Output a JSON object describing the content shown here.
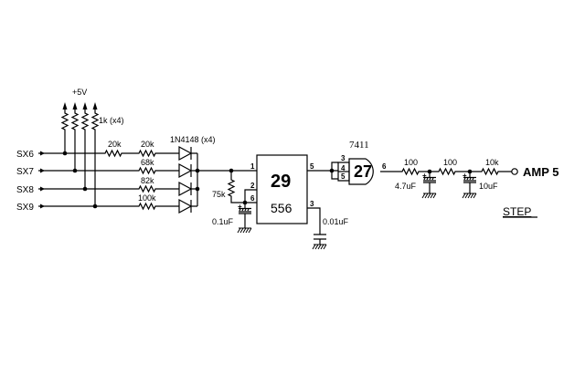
{
  "diagram": {
    "title": "STEP",
    "supply_label": "+5V",
    "pullup_label": "1k (x4)",
    "inputs": [
      {
        "label": "SX6",
        "series_resistors": [
          "20k",
          "20k"
        ]
      },
      {
        "label": "SX7",
        "series_resistors": [
          "68k"
        ]
      },
      {
        "label": "SX8",
        "series_resistors": [
          "82k"
        ]
      },
      {
        "label": "SX9",
        "series_resistors": [
          "100k"
        ]
      }
    ],
    "diode_label": "1N4148 (x4)",
    "timer": {
      "ref": "29",
      "part": "556",
      "pins": {
        "p1": "1",
        "p2": "2",
        "p6": "6",
        "p5": "5",
        "p3": "3"
      },
      "timing_resistor": "75k",
      "timing_cap": "0.1uF",
      "control_cap": "0.01uF"
    },
    "gate": {
      "part": "7411",
      "ref": "27",
      "pins": {
        "in1": "3",
        "in2": "4",
        "in3": "5",
        "out": "6"
      }
    },
    "filter": {
      "r1": "100",
      "c1": "4.7uF",
      "r2": "100",
      "c2": "10uF",
      "r3": "10k"
    },
    "output_label": "AMP 5"
  }
}
